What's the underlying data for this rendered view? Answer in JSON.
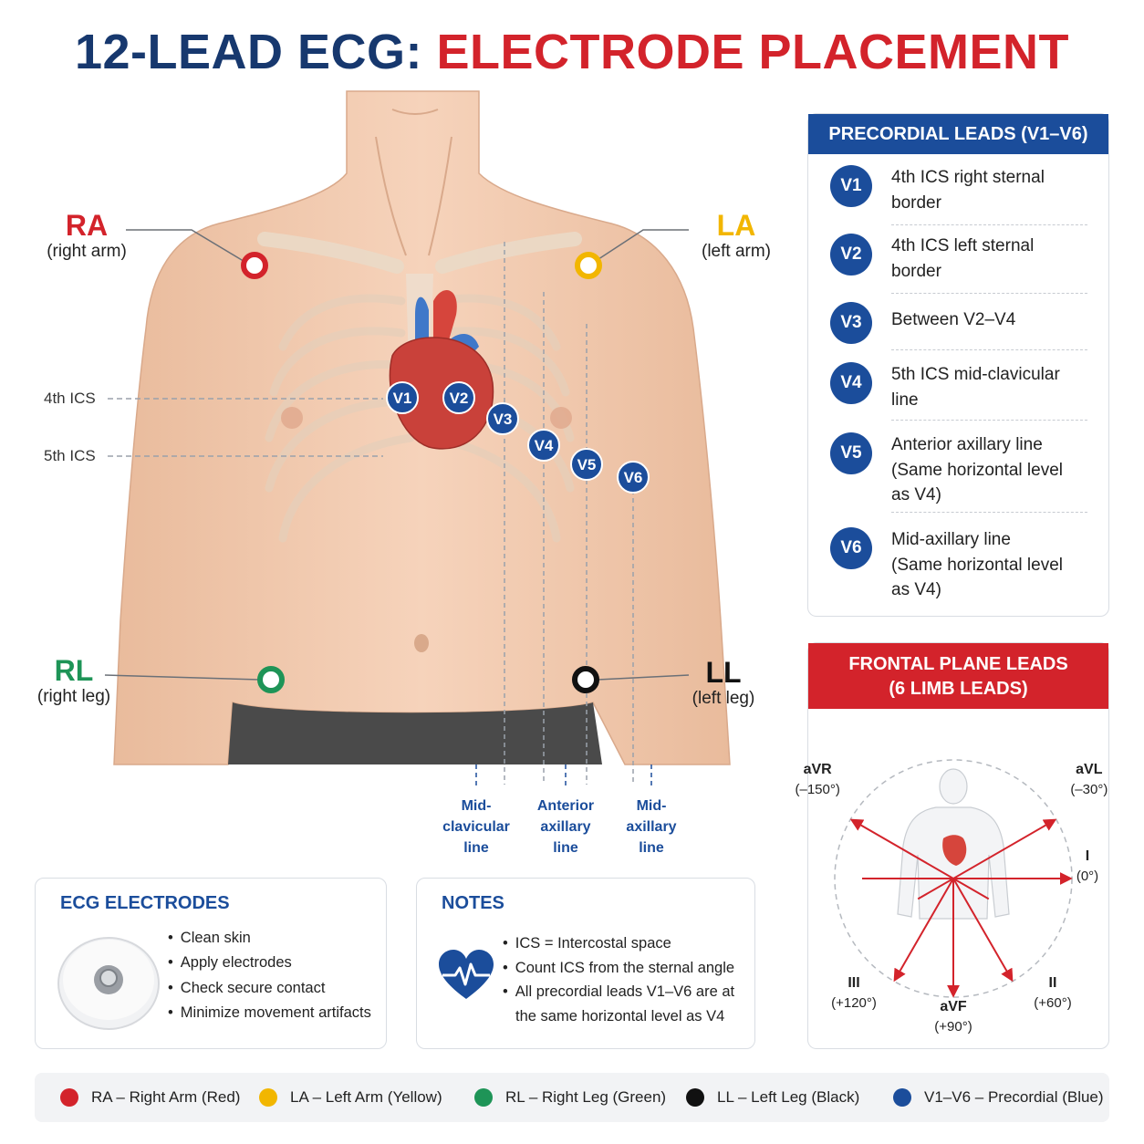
{
  "title": {
    "part1": "12-LEAD ECG: ",
    "part2": "ELECTRODE PLACEMENT"
  },
  "colors": {
    "navy": "#17386e",
    "blue": "#1b4d9b",
    "red": "#d3232b",
    "yellow": "#f2b600",
    "green": "#1e9457",
    "black": "#111111"
  },
  "limb": {
    "ra": {
      "code": "RA",
      "name": "(right arm)"
    },
    "la": {
      "code": "LA",
      "name": "(left arm)"
    },
    "rl": {
      "code": "RL",
      "name": "(right leg)"
    },
    "ll": {
      "code": "LL",
      "name": "(left leg)"
    }
  },
  "ics": {
    "fourth": "4th ICS",
    "fifth": "5th ICS"
  },
  "body_badges": [
    "V1",
    "V2",
    "V3",
    "V4",
    "V5",
    "V6"
  ],
  "lines": {
    "midclavicular": [
      "Mid-",
      "clavicular",
      "line"
    ],
    "anterior": [
      "Anterior",
      "axillary",
      "line"
    ],
    "midaxillary": [
      "Mid-",
      "axillary",
      "line"
    ]
  },
  "precordial": {
    "header": "PRECORDIAL LEADS (V1–V6)",
    "leads": [
      {
        "id": "V1",
        "lines": [
          "4th ICS right sternal",
          "border"
        ]
      },
      {
        "id": "V2",
        "lines": [
          "4th ICS left sternal",
          "border"
        ]
      },
      {
        "id": "V3",
        "lines": [
          "Between V2–V4"
        ]
      },
      {
        "id": "V4",
        "lines": [
          "5th ICS mid-clavicular",
          "line"
        ]
      },
      {
        "id": "V5",
        "lines": [
          "Anterior axillary line",
          "(Same horizontal level",
          "as V4)"
        ]
      },
      {
        "id": "V6",
        "lines": [
          "Mid-axillary line",
          "(Same horizontal level",
          "as V4)"
        ]
      }
    ]
  },
  "frontal": {
    "header": [
      "FRONTAL PLANE LEADS",
      "(6 LIMB LEADS)"
    ],
    "leads": [
      {
        "name": "aVR",
        "angle": "(–150°)",
        "deg": -150
      },
      {
        "name": "aVL",
        "angle": "(–30°)",
        "deg": -30
      },
      {
        "name": "I",
        "angle": "(0°)",
        "deg": 0
      },
      {
        "name": "II",
        "angle": "(+60°)",
        "deg": 60
      },
      {
        "name": "aVF",
        "angle": "(+90°)",
        "deg": 90
      },
      {
        "name": "III",
        "angle": "(+120°)",
        "deg": 120
      }
    ]
  },
  "electrodes": {
    "title": "ECG ELECTRODES",
    "items": [
      "Clean skin",
      "Apply electrodes",
      "Check secure contact",
      "Minimize movement artifacts"
    ]
  },
  "notes": {
    "title": "NOTES",
    "items": [
      "ICS = Intercostal space",
      "Count ICS from the sternal angle",
      "All precordial leads V1–V6 are at the same horizontal level as V4"
    ]
  },
  "legend": [
    {
      "label": "RA – Right Arm (Red)",
      "color": "#d3232b"
    },
    {
      "label": "LA – Left Arm (Yellow)",
      "color": "#f2b600"
    },
    {
      "label": "RL – Right Leg (Green)",
      "color": "#1e9457"
    },
    {
      "label": "LL – Left Leg (Black)",
      "color": "#111111"
    },
    {
      "label": "V1–V6 – Precordial (Blue)",
      "color": "#1b4d9b"
    }
  ]
}
